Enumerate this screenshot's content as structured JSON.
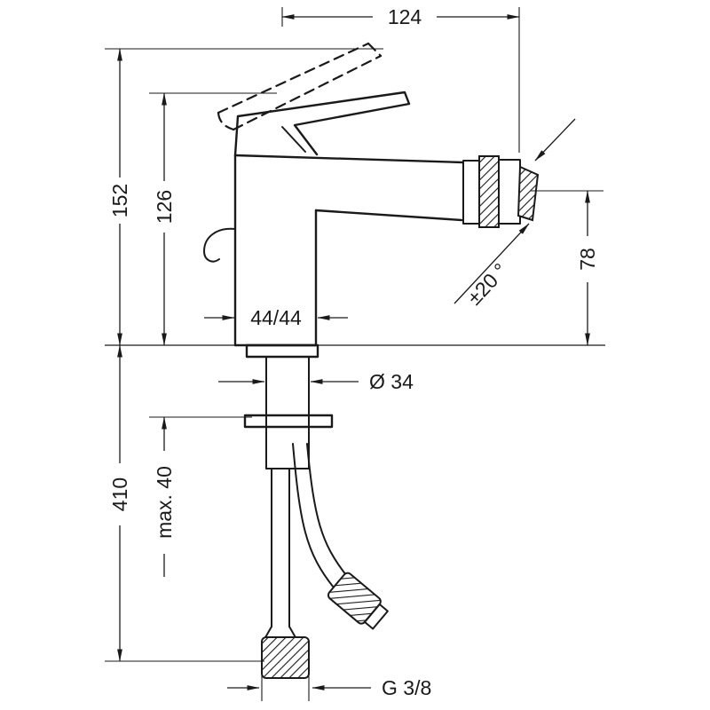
{
  "drawing": {
    "type": "faucet-installation-dimension-drawing",
    "colors": {
      "line": "#1a1a1a",
      "background": "#ffffff"
    },
    "dimensions": {
      "spout_reach": "124",
      "total_height": "152",
      "spout_height": "126",
      "outlet_height": "78",
      "swivel_angle": "±20 °",
      "center_offset": "44/44",
      "mounting_hole": "Ø 34",
      "hose_length": "410",
      "max_thickness": "max. 40",
      "thread": "G 3/8"
    }
  }
}
